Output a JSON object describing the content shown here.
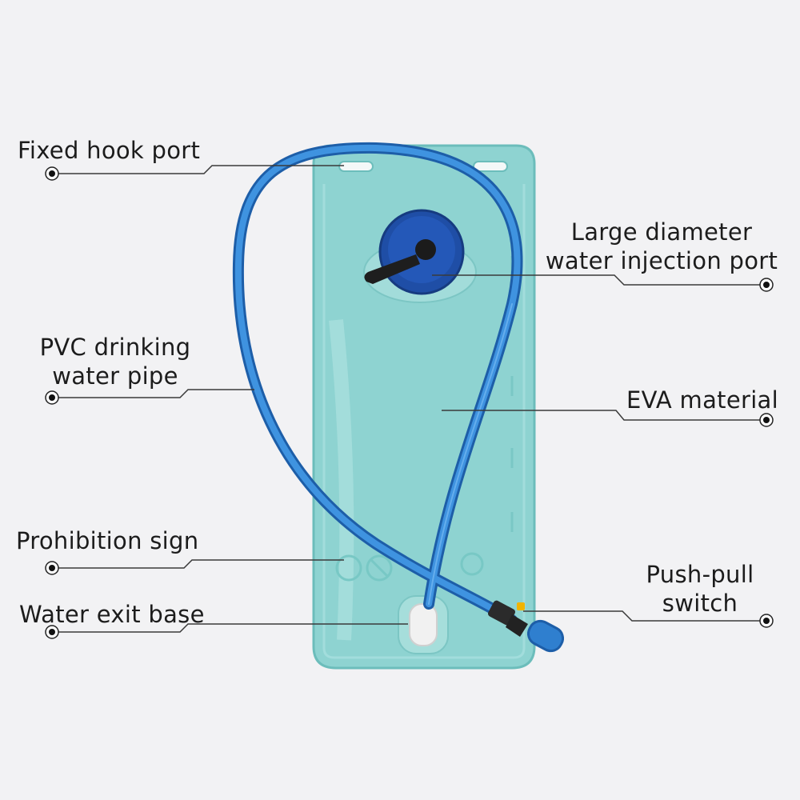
{
  "colors": {
    "background": "#f2f2f4",
    "bladder": "#8ed3d1",
    "bladder_edge": "#6cbdbb",
    "tube": "#2f7fcf",
    "tube_dark": "#1d5ea8",
    "cap": "#1f4ea6",
    "leader_line": "#3a3a3a",
    "text": "#1c1c1c"
  },
  "labels": {
    "fixed_hook_port": "Fixed hook port",
    "large_diameter_line1": "Large diameter",
    "large_diameter_line2": "water injection port",
    "pvc_line1": "PVC drinking",
    "pvc_line2": "water pipe",
    "eva_material": "EVA material",
    "prohibition_sign": "Prohibition sign",
    "push_pull_line1": "Push-pull",
    "push_pull_line2": "switch",
    "water_exit_base": "Water exit base"
  }
}
